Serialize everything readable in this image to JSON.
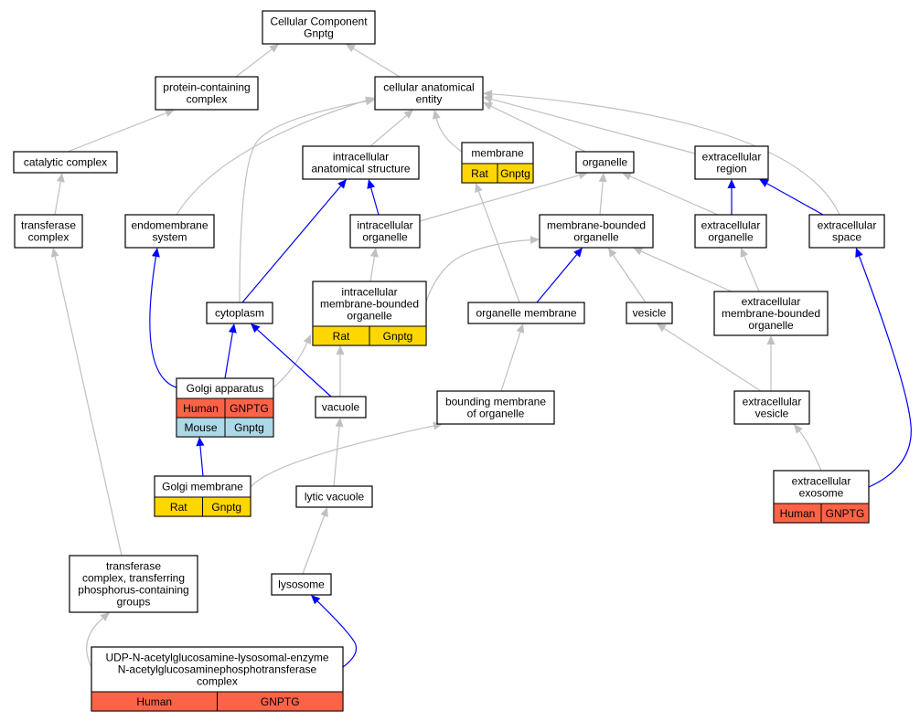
{
  "colors": {
    "is_a_edge": "#c0c0c0",
    "part_of_edge": "#0000ff",
    "Human": "#ff6347",
    "Rat": "#ffd700",
    "Mouse": "#add8e6"
  },
  "nodes": [
    {
      "id": "cellular_component",
      "lines": [
        "Cellular Component",
        "Gnptg"
      ],
      "annotations": []
    },
    {
      "id": "protein_containing_complex",
      "lines": [
        "protein-containing",
        "complex"
      ],
      "annotations": []
    },
    {
      "id": "cellular_anatomical_entity",
      "lines": [
        "cellular anatomical",
        "entity"
      ],
      "annotations": []
    },
    {
      "id": "catalytic_complex",
      "lines": [
        "catalytic complex"
      ],
      "annotations": []
    },
    {
      "id": "intracellular_anatomical_structure",
      "lines": [
        "intracellular",
        "anatomical structure"
      ],
      "annotations": []
    },
    {
      "id": "membrane",
      "lines": [
        "membrane"
      ],
      "annotations": [
        {
          "species": "Rat",
          "gene": "Gnptg"
        }
      ]
    },
    {
      "id": "organelle",
      "lines": [
        "organelle"
      ],
      "annotations": []
    },
    {
      "id": "extracellular_region",
      "lines": [
        "extracellular",
        "region"
      ],
      "annotations": []
    },
    {
      "id": "transferase_complex",
      "lines": [
        "transferase",
        "complex"
      ],
      "annotations": []
    },
    {
      "id": "endomembrane_system",
      "lines": [
        "endomembrane",
        "system"
      ],
      "annotations": []
    },
    {
      "id": "intracellular_organelle",
      "lines": [
        "intracellular",
        "organelle"
      ],
      "annotations": []
    },
    {
      "id": "membrane_bounded_organelle",
      "lines": [
        "membrane-bounded",
        "organelle"
      ],
      "annotations": []
    },
    {
      "id": "extracellular_organelle",
      "lines": [
        "extracellular",
        "organelle"
      ],
      "annotations": []
    },
    {
      "id": "extracellular_space",
      "lines": [
        "extracellular",
        "space"
      ],
      "annotations": []
    },
    {
      "id": "intracellular_membrane_bounded_organelle",
      "lines": [
        "intracellular",
        "membrane-bounded",
        "organelle"
      ],
      "annotations": [
        {
          "species": "Rat",
          "gene": "Gnptg"
        }
      ]
    },
    {
      "id": "cytoplasm",
      "lines": [
        "cytoplasm"
      ],
      "annotations": []
    },
    {
      "id": "organelle_membrane",
      "lines": [
        "organelle membrane"
      ],
      "annotations": []
    },
    {
      "id": "vesicle",
      "lines": [
        "vesicle"
      ],
      "annotations": []
    },
    {
      "id": "extracellular_membrane_bounded_organelle",
      "lines": [
        "extracellular",
        "membrane-bounded",
        "organelle"
      ],
      "annotations": []
    },
    {
      "id": "golgi_apparatus",
      "lines": [
        "Golgi apparatus"
      ],
      "annotations": [
        {
          "species": "Human",
          "gene": "GNPTG"
        },
        {
          "species": "Mouse",
          "gene": "Gnptg"
        }
      ]
    },
    {
      "id": "vacuole",
      "lines": [
        "vacuole"
      ],
      "annotations": []
    },
    {
      "id": "bounding_membrane_of_organelle",
      "lines": [
        "bounding membrane",
        "of organelle"
      ],
      "annotations": []
    },
    {
      "id": "extracellular_vesicle",
      "lines": [
        "extracellular",
        "vesicle"
      ],
      "annotations": []
    },
    {
      "id": "golgi_membrane",
      "lines": [
        "Golgi membrane"
      ],
      "annotations": [
        {
          "species": "Rat",
          "gene": "Gnptg"
        }
      ]
    },
    {
      "id": "lytic_vacuole",
      "lines": [
        "lytic vacuole"
      ],
      "annotations": []
    },
    {
      "id": "extracellular_exosome",
      "lines": [
        "extracellular",
        "exosome"
      ],
      "annotations": [
        {
          "species": "Human",
          "gene": "GNPTG"
        }
      ]
    },
    {
      "id": "transferase_complex_phosphorus",
      "lines": [
        "transferase",
        "complex, transferring",
        "phosphorus-containing",
        "groups"
      ],
      "annotations": []
    },
    {
      "id": "lysosome",
      "lines": [
        "lysosome"
      ],
      "annotations": []
    },
    {
      "id": "udp_glcnac_phosphotransferase_complex",
      "lines": [
        "UDP-N-acetylglucosamine-lysosomal-enzyme",
        "N-acetylglucosaminephosphotransferase",
        "complex"
      ],
      "annotations": [
        {
          "species": "Human",
          "gene": "GNPTG"
        }
      ]
    }
  ],
  "edges": [
    {
      "from": "protein_containing_complex",
      "to": "cellular_component",
      "relation": "is_a"
    },
    {
      "from": "cellular_anatomical_entity",
      "to": "cellular_component",
      "relation": "is_a"
    },
    {
      "from": "catalytic_complex",
      "to": "protein_containing_complex",
      "relation": "is_a"
    },
    {
      "from": "transferase_complex",
      "to": "catalytic_complex",
      "relation": "is_a"
    },
    {
      "from": "transferase_complex_phosphorus",
      "to": "transferase_complex",
      "relation": "is_a"
    },
    {
      "from": "udp_glcnac_phosphotransferase_complex",
      "to": "transferase_complex_phosphorus",
      "relation": "is_a"
    },
    {
      "from": "endomembrane_system",
      "to": "cellular_anatomical_entity",
      "relation": "is_a"
    },
    {
      "from": "cytoplasm",
      "to": "cellular_anatomical_entity",
      "relation": "is_a"
    },
    {
      "from": "intracellular_anatomical_structure",
      "to": "cellular_anatomical_entity",
      "relation": "is_a"
    },
    {
      "from": "membrane",
      "to": "cellular_anatomical_entity",
      "relation": "is_a"
    },
    {
      "from": "organelle",
      "to": "cellular_anatomical_entity",
      "relation": "is_a"
    },
    {
      "from": "extracellular_region",
      "to": "cellular_anatomical_entity",
      "relation": "is_a"
    },
    {
      "from": "extracellular_space",
      "to": "cellular_anatomical_entity",
      "relation": "is_a"
    },
    {
      "from": "intracellular_organelle",
      "to": "intracellular_anatomical_structure",
      "relation": "part_of"
    },
    {
      "from": "cytoplasm",
      "to": "intracellular_anatomical_structure",
      "relation": "part_of"
    },
    {
      "from": "intracellular_organelle",
      "to": "organelle",
      "relation": "is_a"
    },
    {
      "from": "membrane_bounded_organelle",
      "to": "organelle",
      "relation": "is_a"
    },
    {
      "from": "extracellular_organelle",
      "to": "organelle",
      "relation": "is_a"
    },
    {
      "from": "extracellular_organelle",
      "to": "extracellular_region",
      "relation": "part_of"
    },
    {
      "from": "extracellular_space",
      "to": "extracellular_region",
      "relation": "part_of"
    },
    {
      "from": "intracellular_membrane_bounded_organelle",
      "to": "intracellular_organelle",
      "relation": "is_a"
    },
    {
      "from": "intracellular_membrane_bounded_organelle",
      "to": "membrane_bounded_organelle",
      "relation": "is_a"
    },
    {
      "from": "organelle_membrane",
      "to": "membrane",
      "relation": "is_a"
    },
    {
      "from": "organelle_membrane",
      "to": "membrane_bounded_organelle",
      "relation": "part_of"
    },
    {
      "from": "vesicle",
      "to": "membrane_bounded_organelle",
      "relation": "is_a"
    },
    {
      "from": "extracellular_membrane_bounded_organelle",
      "to": "membrane_bounded_organelle",
      "relation": "is_a"
    },
    {
      "from": "extracellular_membrane_bounded_organelle",
      "to": "extracellular_organelle",
      "relation": "is_a"
    },
    {
      "from": "golgi_apparatus",
      "to": "endomembrane_system",
      "relation": "part_of"
    },
    {
      "from": "golgi_apparatus",
      "to": "cytoplasm",
      "relation": "part_of"
    },
    {
      "from": "golgi_apparatus",
      "to": "intracellular_membrane_bounded_organelle",
      "relation": "is_a"
    },
    {
      "from": "vacuole",
      "to": "cytoplasm",
      "relation": "part_of"
    },
    {
      "from": "vacuole",
      "to": "intracellular_membrane_bounded_organelle",
      "relation": "is_a"
    },
    {
      "from": "bounding_membrane_of_organelle",
      "to": "organelle_membrane",
      "relation": "is_a"
    },
    {
      "from": "extracellular_vesicle",
      "to": "vesicle",
      "relation": "is_a"
    },
    {
      "from": "extracellular_vesicle",
      "to": "extracellular_membrane_bounded_organelle",
      "relation": "is_a"
    },
    {
      "from": "golgi_membrane",
      "to": "golgi_apparatus",
      "relation": "part_of"
    },
    {
      "from": "golgi_membrane",
      "to": "bounding_membrane_of_organelle",
      "relation": "is_a"
    },
    {
      "from": "lytic_vacuole",
      "to": "vacuole",
      "relation": "is_a"
    },
    {
      "from": "extracellular_exosome",
      "to": "extracellular_vesicle",
      "relation": "is_a"
    },
    {
      "from": "extracellular_exosome",
      "to": "extracellular_space",
      "relation": "part_of"
    },
    {
      "from": "lysosome",
      "to": "lytic_vacuole",
      "relation": "is_a"
    },
    {
      "from": "udp_glcnac_phosphotransferase_complex",
      "to": "lysosome",
      "relation": "part_of"
    }
  ]
}
